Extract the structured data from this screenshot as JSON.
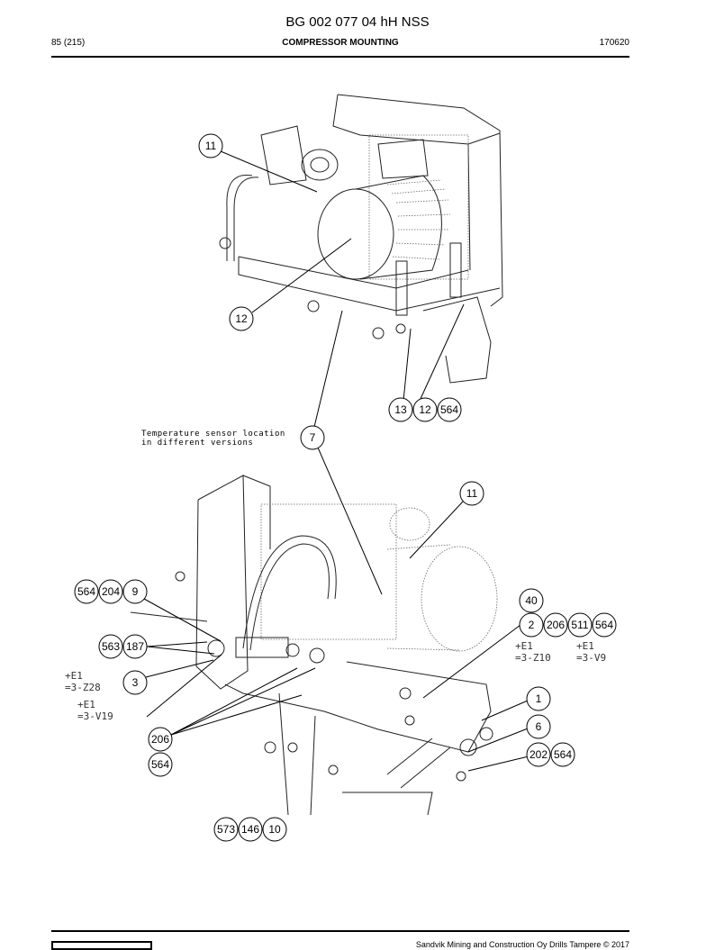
{
  "header": {
    "doc_number": "BG 002 077 04 hH NSS",
    "page": "85 (215)",
    "title": "COMPRESSOR MOUNTING",
    "date": "170620"
  },
  "note": "Temperature sensor location\nin different versions",
  "electrical_labels": [
    "+E1\n=3-Z10",
    "+E1\n=3-V9",
    "+E1\n=3-Z28",
    "+E1\n=3-V19"
  ],
  "callouts": [
    "11",
    "12",
    "13",
    "12",
    "564",
    "7",
    "11",
    "564",
    "204",
    "9",
    "40",
    "2",
    "206",
    "511",
    "564",
    "563",
    "187",
    "3",
    "1",
    "6",
    "206",
    "202",
    "564",
    "564",
    "573",
    "146",
    "10"
  ],
  "footer": {
    "copyright": "Sandvik Mining and Construction Oy Drills Tampere © 2017"
  }
}
